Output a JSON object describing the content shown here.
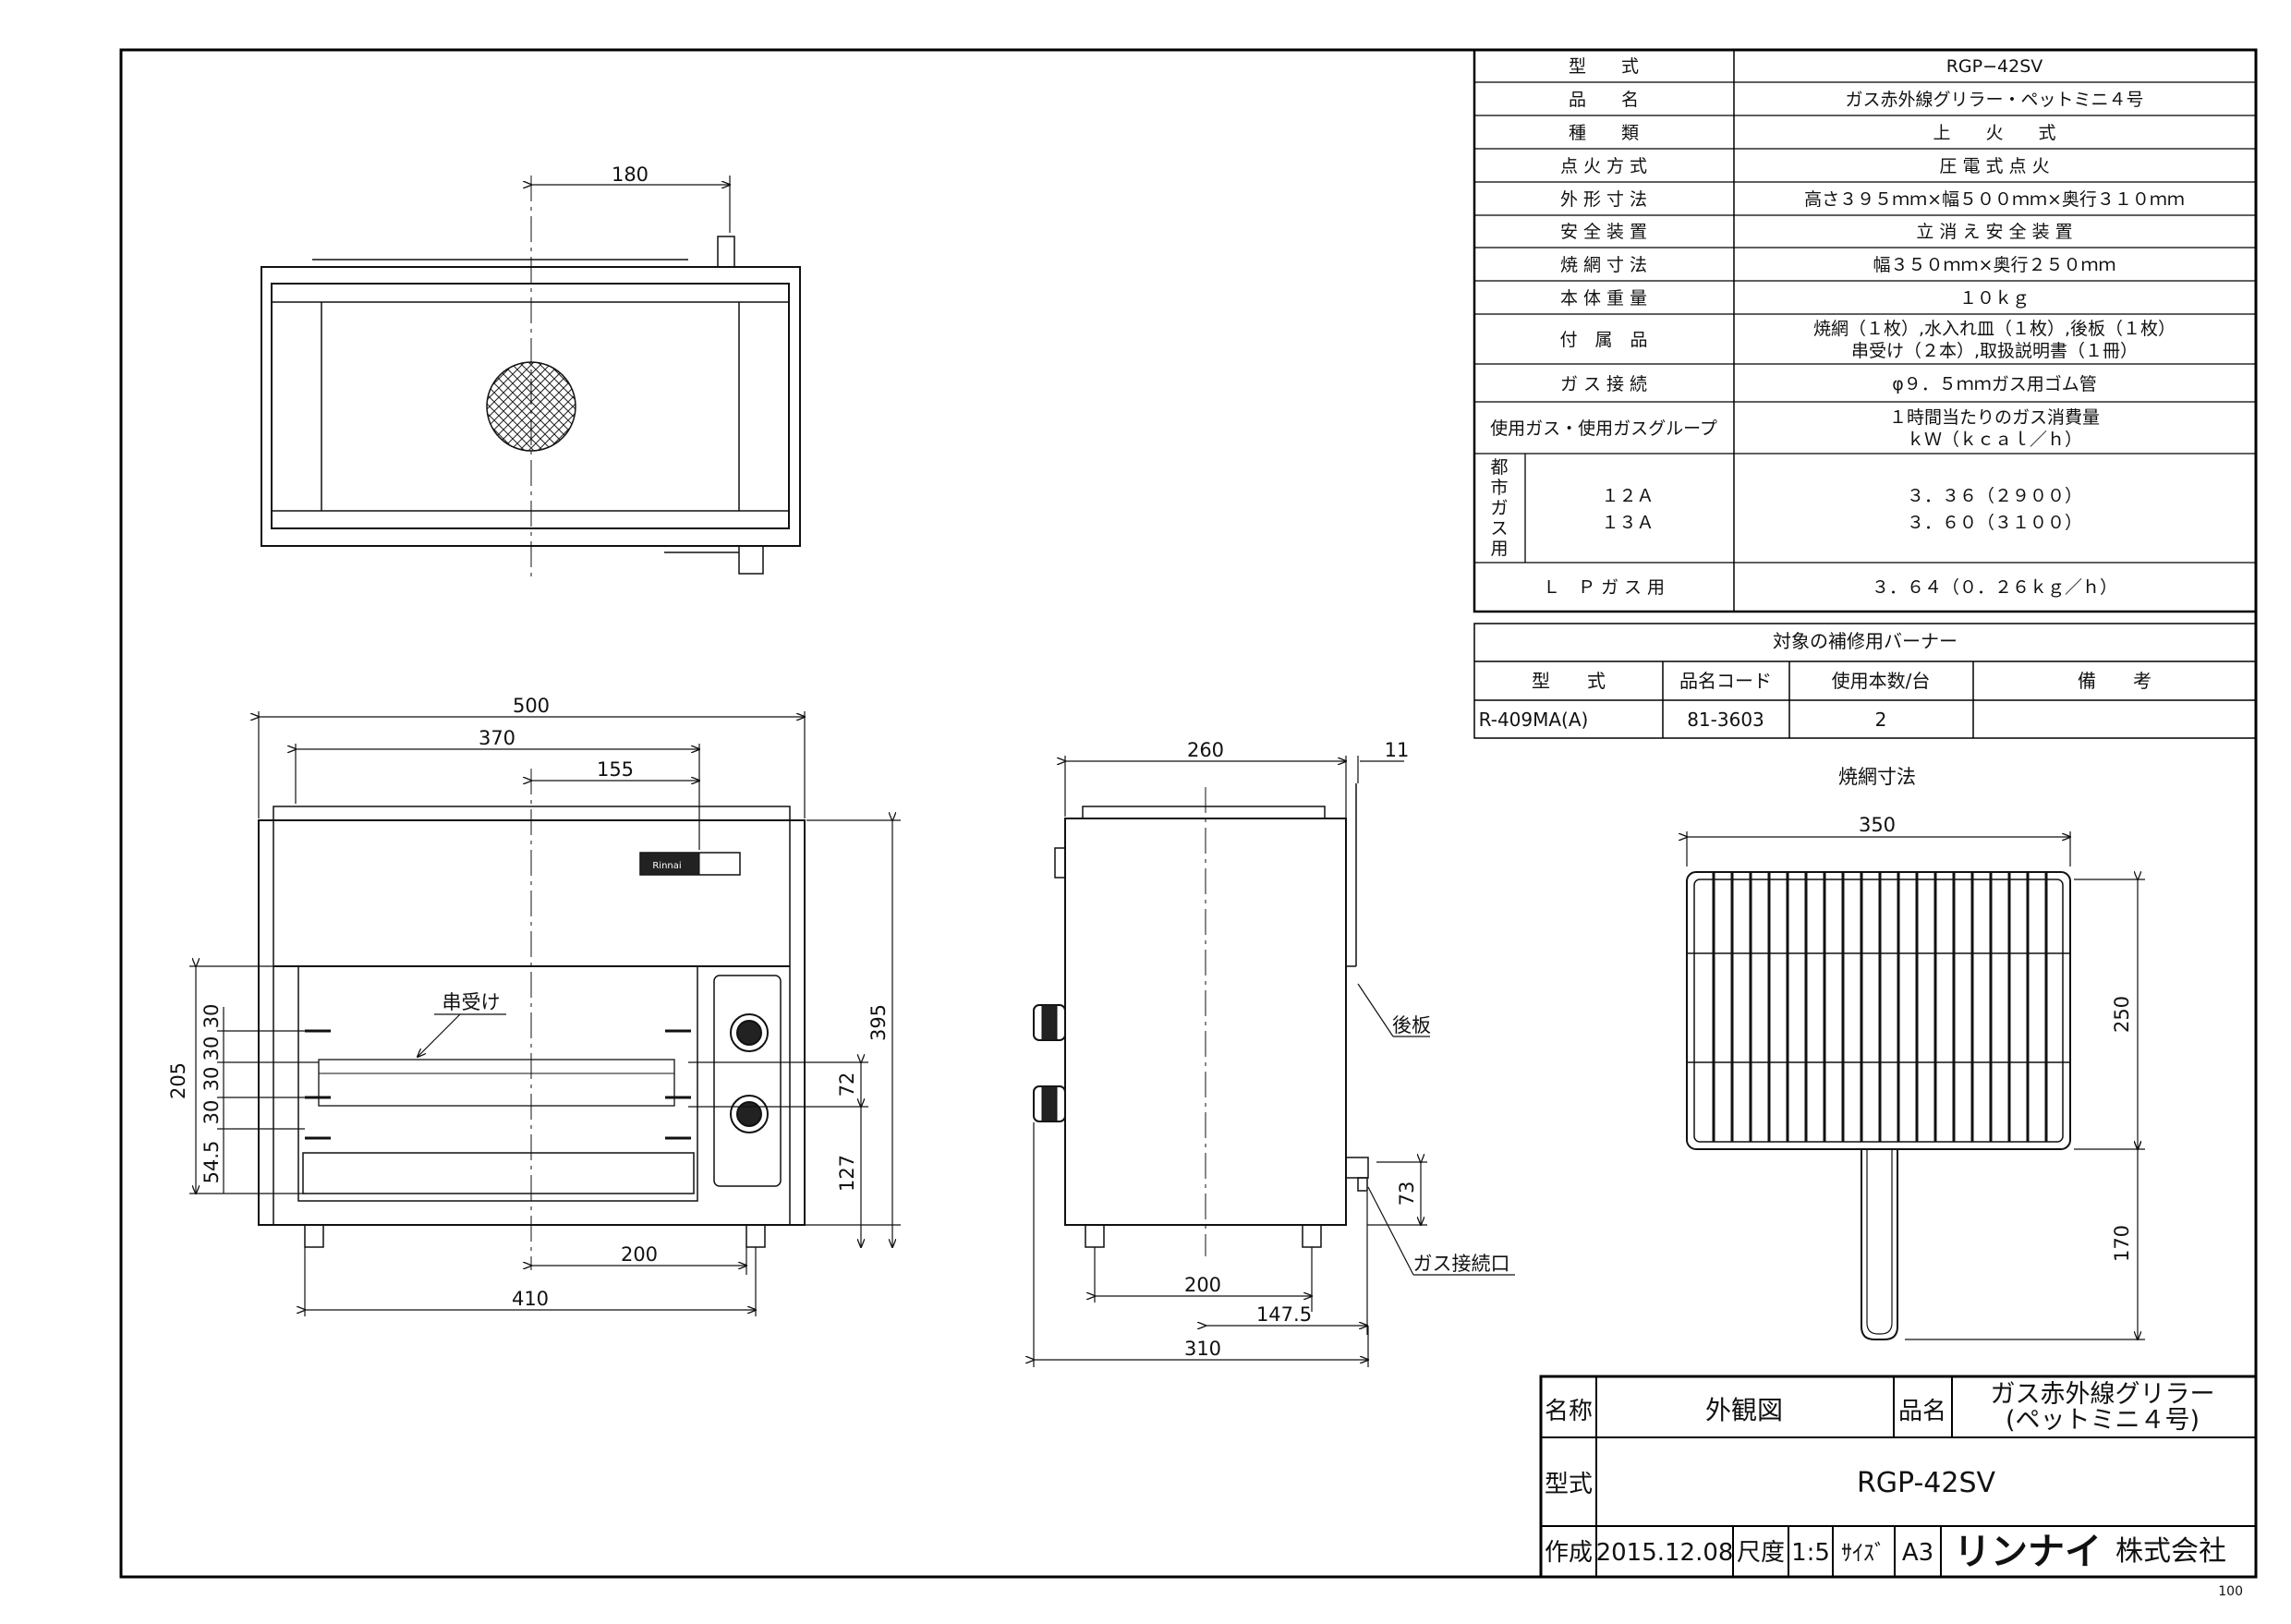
{
  "spec_table": {
    "rows": [
      {
        "label": "型　　式",
        "value": "RGP−42SV"
      },
      {
        "label": "品　　名",
        "value": "ガス赤外線グリラー・ペットミニ４号"
      },
      {
        "label": "種　　類",
        "value": "上　　火　　式"
      },
      {
        "label": "点 火 方 式",
        "value": "圧 電 式 点 火"
      },
      {
        "label": "外 形 寸 法",
        "value": "高さ３９５ｍｍ×幅５００ｍｍ×奥行３１０ｍｍ"
      },
      {
        "label": "安 全 装 置",
        "value": "立 消 え 安 全 装 置"
      },
      {
        "label": "焼 網 寸 法",
        "value": "幅３５０ｍｍ×奥行２５０ｍｍ"
      },
      {
        "label": "本 体 重 量",
        "value": "１０ｋｇ"
      },
      {
        "label": "付　属　品",
        "value": "焼網（１枚）,水入れ皿（１枚）,後板（１枚）",
        "value2": "串受け（２本）,取扱説明書（１冊）"
      },
      {
        "label": "ガ ス 接 続",
        "value": "φ９．５ｍｍガス用ゴム管"
      },
      {
        "label": "使用ガス・使用ガスグループ",
        "value": "１時間当たりのガス消費量",
        "value2": "ｋＷ（ｋｃａｌ／ｈ）"
      }
    ],
    "city_gas_label": [
      "都",
      "市",
      "ガ",
      "ス",
      "用"
    ],
    "city_gas_types": [
      "１２Ａ",
      "１３Ａ"
    ],
    "city_gas_values": [
      "３．３６（２９００）",
      "３．６０（３１００）"
    ],
    "lp_label": "Ｌ　Ｐ ガ ス 用",
    "lp_value": "３．６４（０．２６ｋｇ／ｈ）"
  },
  "burner_table": {
    "title": "対象の補修用バーナー",
    "headers": [
      "型　　式",
      "品名コード",
      "使用本数/台",
      "備　　考"
    ],
    "row": [
      "R-409MA(A)",
      "81-3603",
      "2",
      ""
    ]
  },
  "grill_net": {
    "title": "焼網寸法",
    "dims": [
      "350",
      "250",
      "170"
    ]
  },
  "top_view": {
    "dims": [
      "180"
    ]
  },
  "front_view": {
    "dims": [
      "500",
      "370",
      "155",
      "205",
      "30",
      "30",
      "30",
      "30",
      "54.5",
      "72",
      "127",
      "395",
      "200",
      "410"
    ],
    "labels": {
      "skewer_holder": "串受け",
      "brand": "Rinnai"
    }
  },
  "side_view": {
    "dims": [
      "260",
      "11",
      "73",
      "200",
      "147.5",
      "310"
    ],
    "labels": {
      "back_plate": "後板",
      "gas_inlet": "ガス接続口"
    }
  },
  "title_block": {
    "name_label": "名称",
    "name_value": "外観図",
    "product_label": "品名",
    "product_value_1": "ガス赤外線グリラー",
    "product_value_2": "(ペットミニ４号)",
    "model_label": "型式",
    "model_value": "RGP-42SV",
    "made_label": "作成",
    "date": "2015.12.08",
    "scale_label": "尺度",
    "scale": "1:5",
    "size_label": "ｻｲｽﾞ",
    "size": "A3",
    "company_logo": "リンナイ",
    "company_suffix": "株式会社"
  },
  "page_number": "100"
}
